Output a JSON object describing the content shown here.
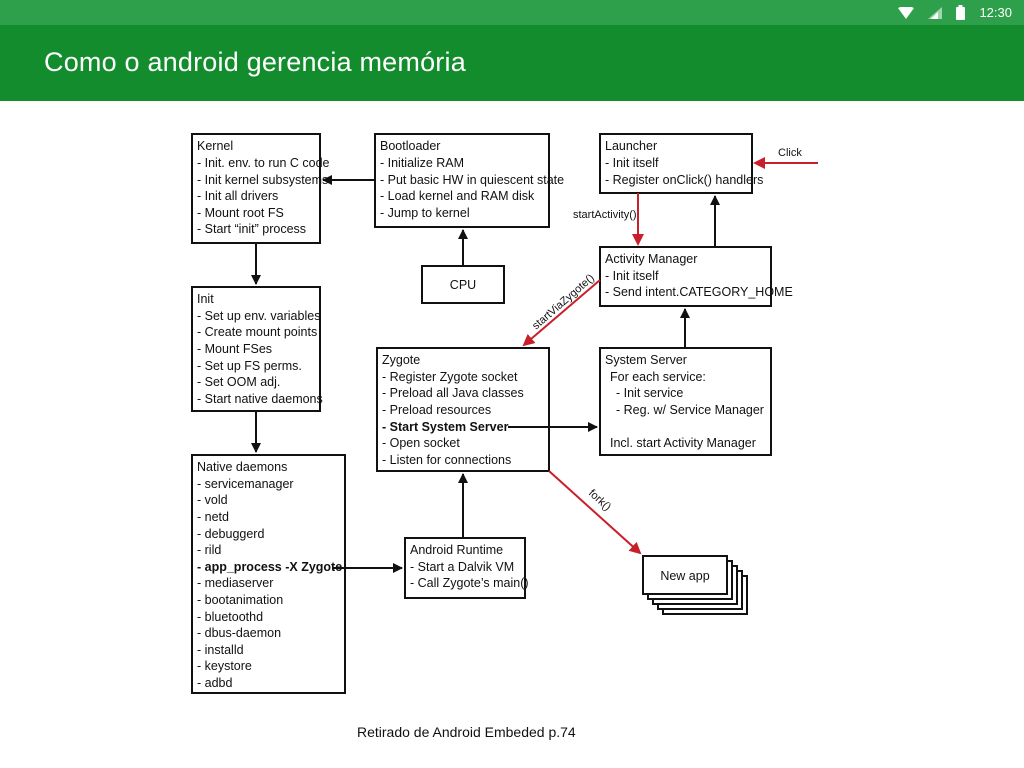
{
  "status": {
    "time": "12:30",
    "wifi_icon": "wifi-icon",
    "signal_icon": "signal-icon",
    "battery_icon": "battery-icon"
  },
  "header": {
    "title": "Como o android gerencia memória"
  },
  "diagram": {
    "kernel": {
      "title": "Kernel",
      "lines": [
        "- Init. env. to run C code",
        "- Init kernel subsystems",
        "- Init all drivers",
        "- Mount root FS",
        "- Start “init” process"
      ]
    },
    "bootloader": {
      "title": "Bootloader",
      "lines": [
        "- Initialize RAM",
        "- Put basic HW in quiescent state",
        "- Load kernel and RAM disk",
        "- Jump to kernel"
      ]
    },
    "cpu": {
      "title": "CPU"
    },
    "launcher": {
      "title": "Launcher",
      "lines": [
        "- Init itself",
        "- Register onClick() handlers"
      ]
    },
    "activity_manager": {
      "title": "Activity Manager",
      "lines": [
        "- Init itself",
        "- Send intent.CATEGORY_HOME"
      ]
    },
    "init": {
      "title": "Init",
      "lines": [
        "- Set up env. variables",
        "- Create mount points",
        "- Mount FSes",
        "- Set up FS perms.",
        "- Set OOM adj.",
        "- Start native daemons"
      ]
    },
    "zygote": {
      "title": "Zygote",
      "lines": [
        "- Register Zygote socket",
        "- Preload all Java classes",
        "- Preload resources"
      ],
      "bold_line": "- Start System Server",
      "lines_after": [
        "- Open socket",
        "- Listen for connections"
      ]
    },
    "system_server": {
      "title": "System Server",
      "lines": [
        "For each service:",
        "- Init service",
        "- Reg. w/ Service Manager",
        "Incl. start Activity Manager"
      ]
    },
    "native_daemons": {
      "title": "Native daemons",
      "lines_before": [
        "- servicemanager",
        "- vold",
        "- netd",
        "- debuggerd",
        "- rild"
      ],
      "bold_line": "- app_process -X Zygote",
      "lines_after": [
        "- mediaserver",
        "- bootanimation",
        "- bluetoothd",
        "- dbus-daemon",
        "- installd",
        "- keystore",
        "- adbd"
      ]
    },
    "android_runtime": {
      "title": "Android Runtime",
      "lines": [
        "- Start a Dalvik VM",
        "- Call Zygote’s main()"
      ]
    },
    "new_app": {
      "title": "New app"
    },
    "labels": {
      "click": "Click",
      "start_activity": "startActivity()",
      "start_via_zygote": "startViaZygote()",
      "fork": "fork()"
    },
    "colors": {
      "red_arrow": "#c8202a",
      "black_arrow": "#111111"
    }
  },
  "caption": "Retirado de Android Embeded p.74"
}
